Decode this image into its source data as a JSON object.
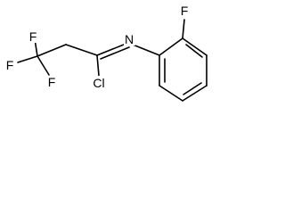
{
  "molecule": {
    "atom_labels": {
      "f_top": "F",
      "f_left": "F",
      "f_bottom": "F",
      "cl": "Cl",
      "n": "N",
      "f_aryl": "F"
    },
    "bond_color": "#000000",
    "label_color": "#000000",
    "background": "#ffffff"
  }
}
